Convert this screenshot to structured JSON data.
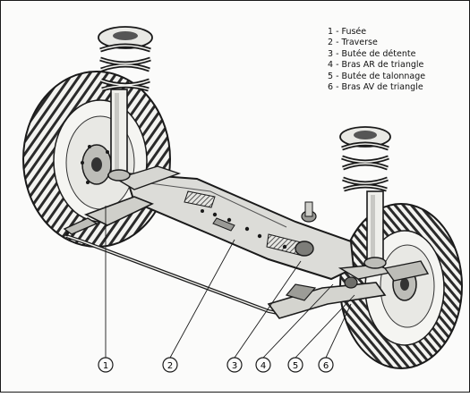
{
  "legend": [
    {
      "num": "1",
      "label": "Fusée"
    },
    {
      "num": "2",
      "label": "Traverse"
    },
    {
      "num": "3",
      "label": "Butée de détente"
    },
    {
      "num": "4",
      "label": "Bras AR de triangle"
    },
    {
      "num": "5",
      "label": "Butée de talonnage"
    },
    {
      "num": "6",
      "label": "Bras AV de triangle"
    }
  ],
  "callouts": [
    "1",
    "2",
    "3",
    "4",
    "5",
    "6"
  ],
  "colors": {
    "ink": "#1a1a1a",
    "paper": "#fbfbfa",
    "shade": "#8a8a88",
    "light": "#d4d4d0"
  }
}
